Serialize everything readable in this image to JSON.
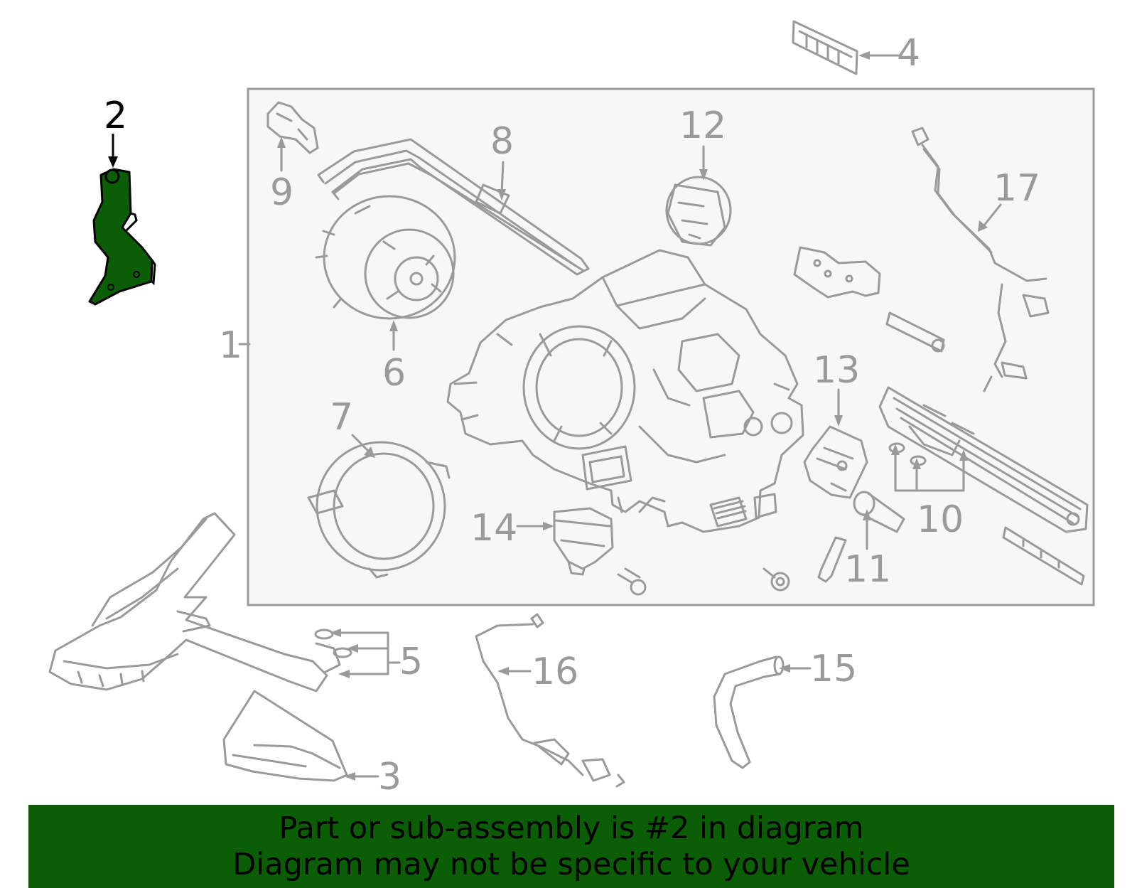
{
  "colors": {
    "line": "#9a9a9a",
    "highlight": "#0b5d06",
    "highlight_text": "#000000",
    "box_fill": "#f7f7f7",
    "banner_bg": "#0b5d06"
  },
  "callouts": [
    {
      "id": "1",
      "label": "1"
    },
    {
      "id": "2",
      "label": "2",
      "highlighted": true
    },
    {
      "id": "3",
      "label": "3"
    },
    {
      "id": "4",
      "label": "4"
    },
    {
      "id": "5",
      "label": "5"
    },
    {
      "id": "6",
      "label": "6"
    },
    {
      "id": "7",
      "label": "7"
    },
    {
      "id": "8",
      "label": "8"
    },
    {
      "id": "9",
      "label": "9"
    },
    {
      "id": "10",
      "label": "10"
    },
    {
      "id": "11",
      "label": "11"
    },
    {
      "id": "12",
      "label": "12"
    },
    {
      "id": "13",
      "label": "13"
    },
    {
      "id": "14",
      "label": "14"
    },
    {
      "id": "15",
      "label": "15"
    },
    {
      "id": "16",
      "label": "16"
    },
    {
      "id": "17",
      "label": "17"
    }
  ],
  "banner": {
    "line1": "Part or sub-assembly is #2 in diagram",
    "line2": "Diagram may not be specific to your vehicle"
  }
}
